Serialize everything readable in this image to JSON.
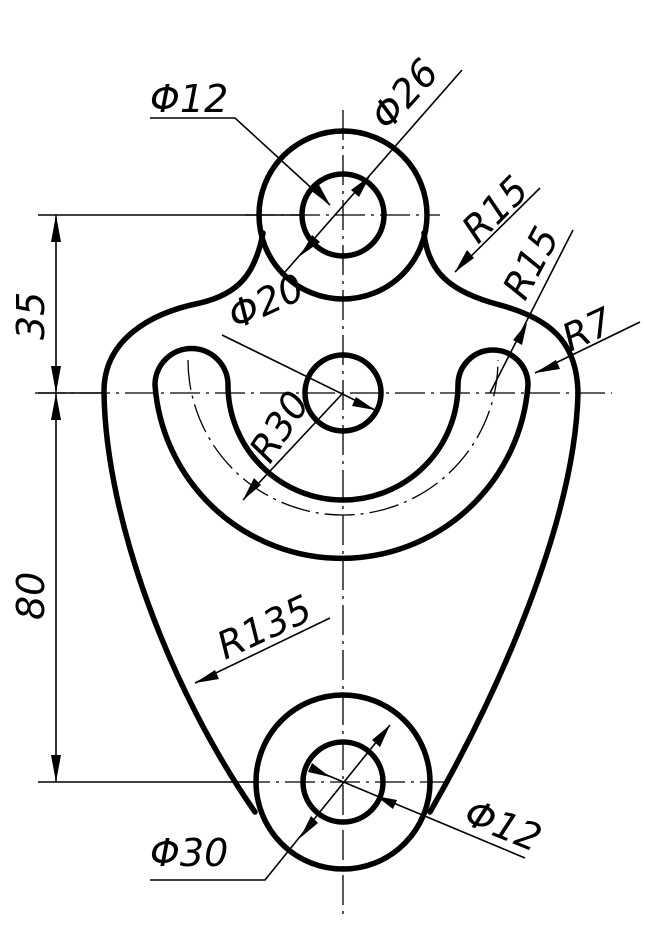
{
  "dimensions": {
    "d_small_top": "Φ12",
    "d_boss_top": "Φ26",
    "d_center": "Φ20",
    "r_fillet_upper": "R15",
    "r_slot_outer": "R15",
    "r_slot_end": "R7",
    "r_slot_center": "R30",
    "r_side": "R135",
    "d_boss_bottom": "Φ30",
    "d_small_bottom": "Φ12",
    "len_upper": "35",
    "len_lower": "80"
  }
}
